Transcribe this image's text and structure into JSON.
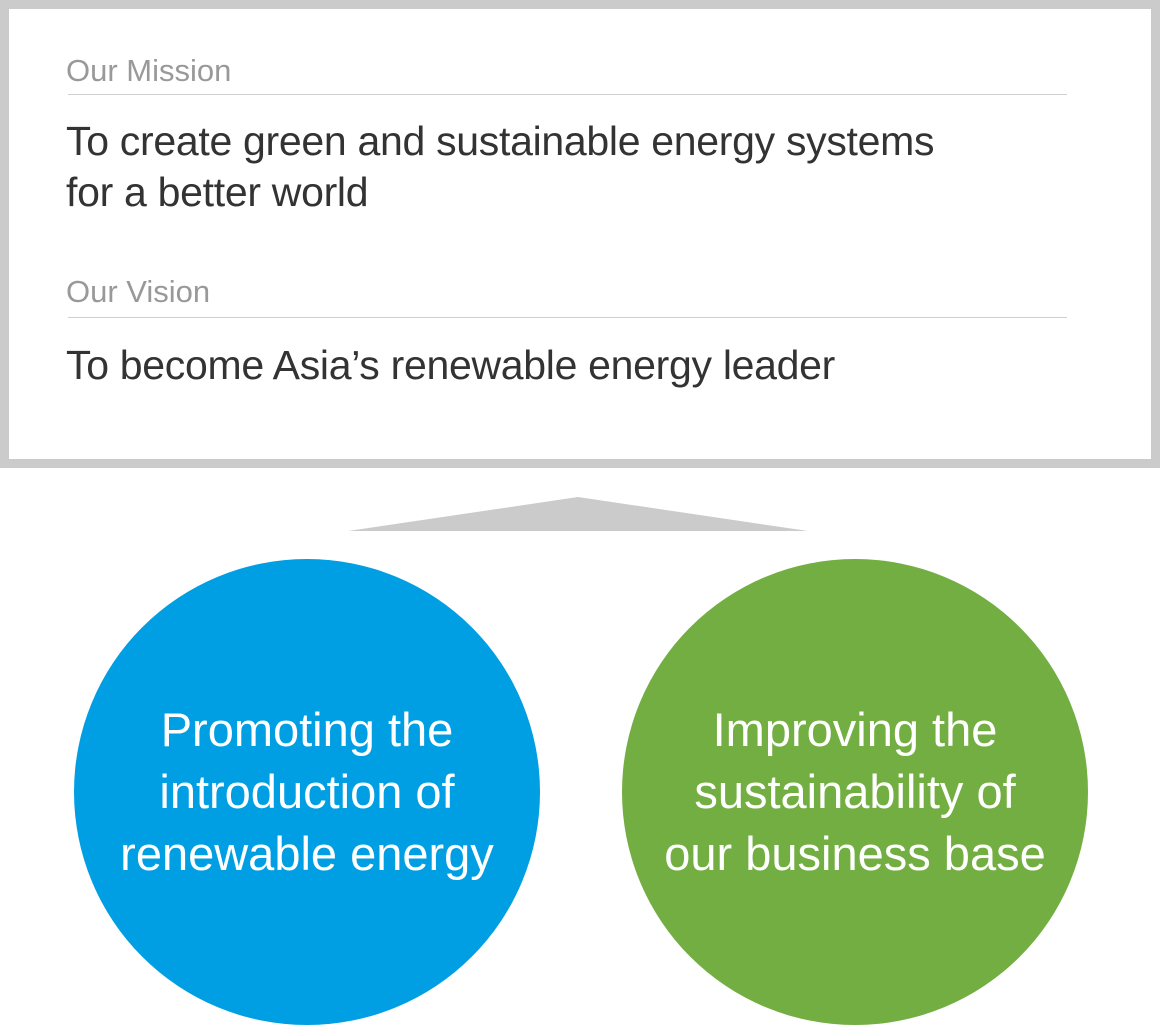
{
  "mission": {
    "label": "Our Mission",
    "text_line1": "To create green and sustainable energy systems",
    "text_line2": "for a better world"
  },
  "vision": {
    "label": "Our Vision",
    "text": "To become Asia’s renewable energy leader"
  },
  "pillars": [
    {
      "text": "Promoting the introduction of renewable energy",
      "color": "#009fe3"
    },
    {
      "text": "Improving the sustainability of our business base",
      "color": "#72ae41"
    }
  ]
}
